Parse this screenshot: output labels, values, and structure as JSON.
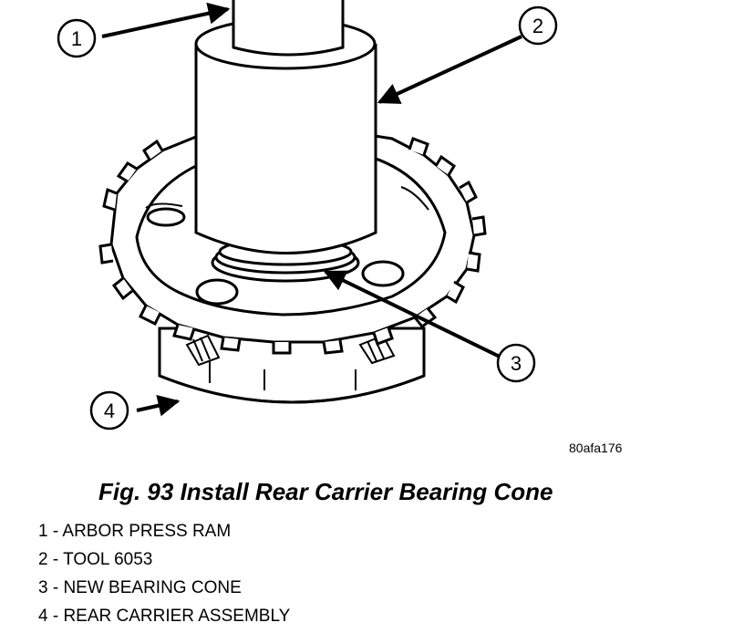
{
  "figure": {
    "id": "80afa176",
    "caption": "Fig. 93 Install Rear Carrier Bearing Cone",
    "callouts": [
      "1",
      "2",
      "3",
      "4"
    ]
  },
  "legend": [
    "1 - ARBOR PRESS RAM",
    "2 - TOOL 6053",
    "3 - NEW BEARING CONE",
    "4 - REAR CARRIER ASSEMBLY"
  ]
}
